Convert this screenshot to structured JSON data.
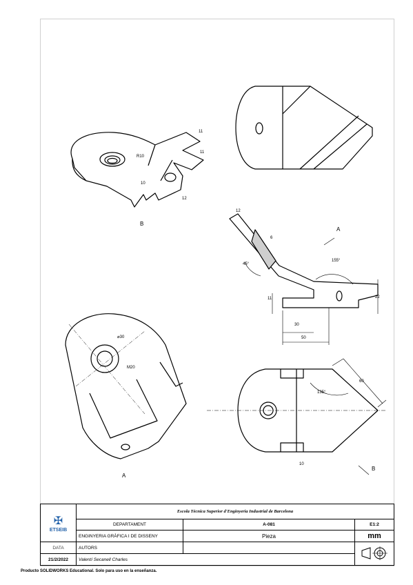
{
  "views": {
    "label_b": "B",
    "label_a_bottom": "A",
    "label_a_arrow": "A",
    "label_b_arrow": "B"
  },
  "dimensions": {
    "r10": "R10",
    "d10": "10",
    "d11a": "11",
    "d11b": "11",
    "d12": "12",
    "d12b": "12",
    "d6": "6",
    "a45": "45°",
    "a155": "155°",
    "d11c": "11",
    "d22": "22",
    "d30": "30",
    "d50": "50",
    "d30_circle": "⌀30",
    "m20": "M20",
    "d60": "60",
    "a135": "135°"
  },
  "title_block": {
    "school": "Escola Tècnica Superior d'Enginyeria Industrial de Barcelona",
    "departament_label": "DEPARTAMENT",
    "departament_value": "ENGINYERIA GRÀFICA I DE DISSENY",
    "code": "A-081",
    "scale": "E1:2",
    "piece_label": "Pieza",
    "units": "mm",
    "autors_label": "AUTORS",
    "data_label": "DATA",
    "date": "21/2/2022",
    "author": "Valentí Secanell Charles",
    "logo_text": "ETSEIB"
  },
  "footer": "Producto SOLIDWORKS Educational. Solo para uso en la enseñanza."
}
